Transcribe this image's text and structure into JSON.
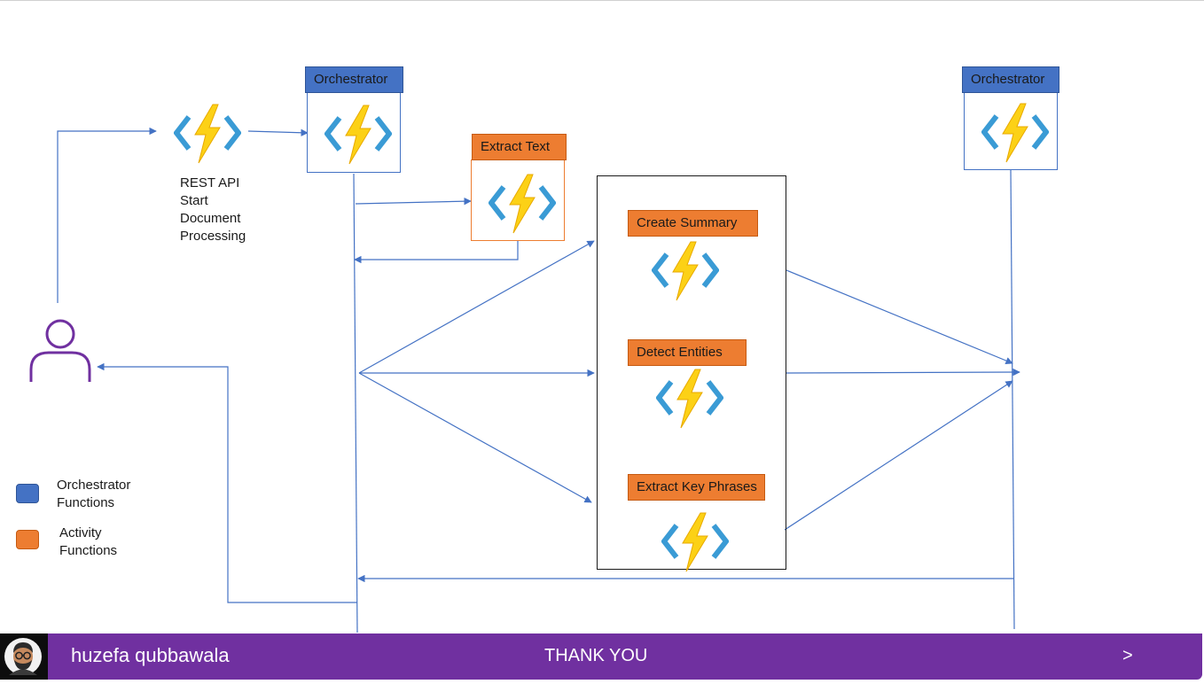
{
  "diagram": {
    "nodes": {
      "rest_api": {
        "lines": [
          "REST API",
          "Start",
          "Document",
          "Processing"
        ]
      },
      "orchestrator_left": {
        "label": "Orchestrator"
      },
      "extract_text": {
        "label": "Extract Text"
      },
      "create_summary": {
        "label": "Create Summary"
      },
      "detect_entities": {
        "label": "Detect Entities"
      },
      "extract_key_phrases": {
        "label": "Extract Key Phrases"
      },
      "orchestrator_right": {
        "label": "Orchestrator"
      }
    },
    "legend": {
      "orchestrator": {
        "lines": [
          "Orchestrator",
          "Functions"
        ],
        "color": "#4472c4"
      },
      "activity": {
        "lines": [
          "Activity",
          "Functions"
        ],
        "color": "#ed7d31"
      }
    },
    "colors": {
      "connector": "#4472c4",
      "orchestrator": "#4472c4",
      "activity": "#ed7d31",
      "user_icon": "#7030a0",
      "bolt": "#fcd116",
      "brackets": "#3a9bd5"
    }
  },
  "footer": {
    "author": "huzefa qubbawala",
    "center_text": "THANK YOU",
    "next_symbol": ">",
    "color": "#7030a0"
  }
}
